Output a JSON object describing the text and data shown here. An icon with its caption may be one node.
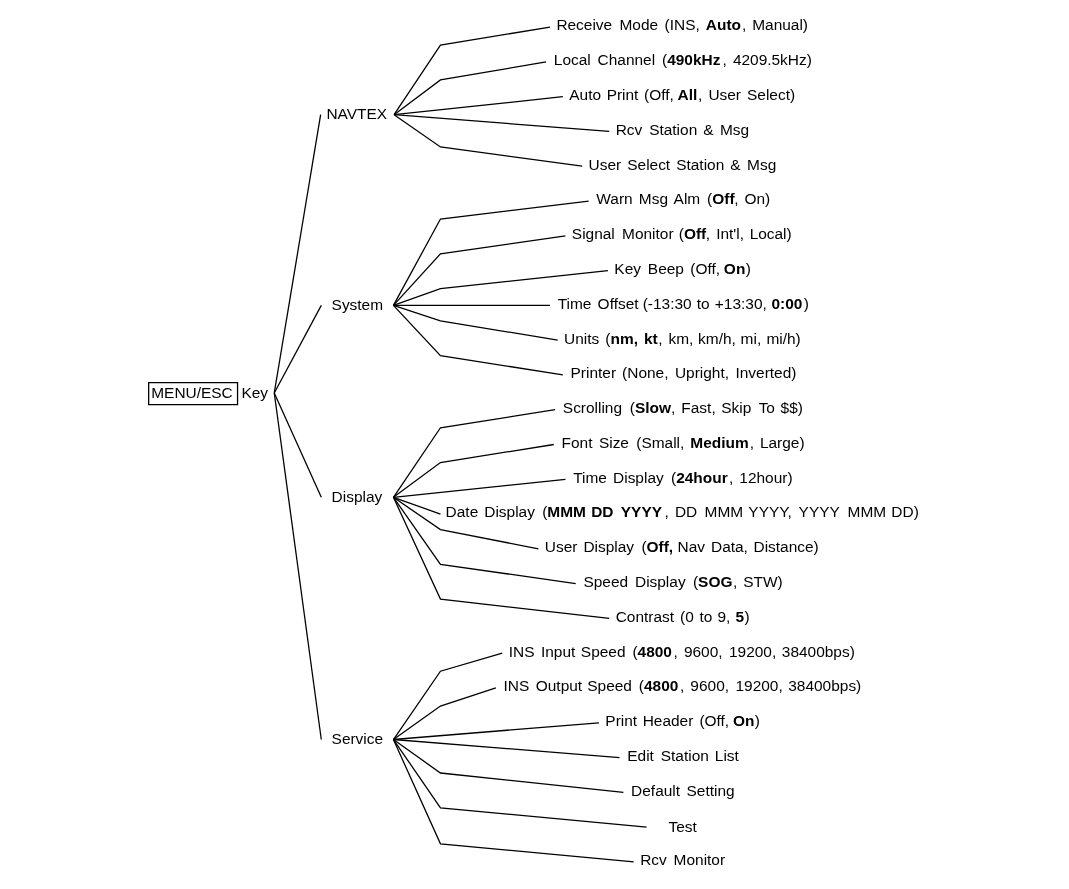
{
  "diagram": {
    "nodes": [
      {
        "text": [
          "MENU/ESC"
        ],
        "beside": [
          "Key"
        ]
      },
      {
        "text": [
          "NAVTEX"
        ]
      },
      {
        "text": [
          "Receive Mode (INS, **Auto**, Manual)"
        ]
      },
      {
        "text": [
          "Local Channel (**490kHz**, 4209.5kHz)"
        ]
      },
      {
        "text": [
          "Auto Print (Off, **All**, User Select)"
        ]
      },
      {
        "text": [
          "Rcv Station & Msg"
        ]
      },
      {
        "text": [
          "User Select Station & Msg"
        ]
      },
      {
        "text": [
          "System"
        ]
      },
      {
        "text": [
          "Warn Msg Alm (**Off**, On)"
        ]
      },
      {
        "text": [
          "Signal Monitor (**Off**, Int'l, Local)"
        ]
      },
      {
        "text": [
          "Key Beep (Off, **On**)"
        ]
      },
      {
        "text": [
          "Time Offset (-13:30 to +13:30, **0:00**)"
        ]
      },
      {
        "text": [
          "Units (**nm, kt**, km, km/h, mi, mi/h)"
        ]
      },
      {
        "text": [
          "Printer (None, Upright, Inverted)"
        ]
      },
      {
        "text": [
          "Display"
        ]
      },
      {
        "text": [
          "Scrolling (**Slow**, Fast, Skip To $$)"
        ]
      },
      {
        "text": [
          "Font Size (Small, **Medium**, Large)"
        ]
      },
      {
        "text": [
          "Time Display (**24hour**, 12hour)"
        ]
      },
      {
        "text": [
          "Date Display (**MMM DD YYYY**, DD MMM YYYY, YYYY MMM DD)"
        ]
      },
      {
        "text": [
          "User Display (**Off,** Nav Data, Distance)"
        ]
      },
      {
        "text": [
          "Speed Display (**SOG**, STW)"
        ]
      },
      {
        "text": [
          "Contrast (0 to 9, **5**)"
        ]
      },
      {
        "text": [
          "Service"
        ]
      },
      {
        "text": [
          "INS Input Speed (**4800**, 9600, 19200, 38400bps)"
        ]
      },
      {
        "text": [
          "INS Output Speed (**4800**, 9600, 19200, 38400bps)"
        ]
      },
      {
        "text": [
          "Print Header (Off, **On**)"
        ]
      },
      {
        "text": [
          "Edit Station List"
        ]
      },
      {
        "text": [
          "Default Setting"
        ]
      },
      {
        "text": [
          "Test"
        ]
      },
      {
        "text": [
          "Rcv Monitor"
        ]
      }
    ],
    "edges": [
      {
        "from": 0,
        "to": 1,
        "arrow": "none"
      },
      {
        "from": 1,
        "to": 2,
        "arrow": "none"
      },
      {
        "from": 1,
        "to": 3,
        "arrow": "none"
      },
      {
        "from": 1,
        "to": 4,
        "arrow": "none"
      },
      {
        "from": 1,
        "to": 5,
        "arrow": "none"
      },
      {
        "from": 1,
        "to": 6,
        "arrow": "none"
      },
      {
        "from": 0,
        "to": 7,
        "arrow": "none"
      },
      {
        "from": 7,
        "to": 8,
        "arrow": "none"
      },
      {
        "from": 7,
        "to": 9,
        "arrow": "none"
      },
      {
        "from": 7,
        "to": 10,
        "arrow": "none"
      },
      {
        "from": 7,
        "to": 11,
        "arrow": "none"
      },
      {
        "from": 7,
        "to": 12,
        "arrow": "none"
      },
      {
        "from": 7,
        "to": 13,
        "arrow": "none"
      },
      {
        "from": 0,
        "to": 14,
        "arrow": "none"
      },
      {
        "from": 14,
        "to": 15,
        "arrow": "none"
      },
      {
        "from": 14,
        "to": 16,
        "arrow": "none"
      },
      {
        "from": 14,
        "to": 17,
        "arrow": "none"
      },
      {
        "from": 14,
        "to": 18,
        "arrow": "none"
      },
      {
        "from": 14,
        "to": 19,
        "arrow": "none"
      },
      {
        "from": 14,
        "to": 20,
        "arrow": "none"
      },
      {
        "from": 14,
        "to": 21,
        "arrow": "none"
      },
      {
        "from": 0,
        "to": 22,
        "arrow": "none"
      },
      {
        "from": 22,
        "to": 23,
        "arrow": "none"
      },
      {
        "from": 22,
        "to": 24,
        "arrow": "none"
      },
      {
        "from": 22,
        "to": 25,
        "arrow": "none"
      },
      {
        "from": 22,
        "to": 26,
        "arrow": "none"
      },
      {
        "from": 22,
        "to": 27,
        "arrow": "none"
      },
      {
        "from": 22,
        "to": 28,
        "arrow": "none"
      },
      {
        "from": 22,
        "to": 29,
        "arrow": "none"
      }
    ]
  }
}
